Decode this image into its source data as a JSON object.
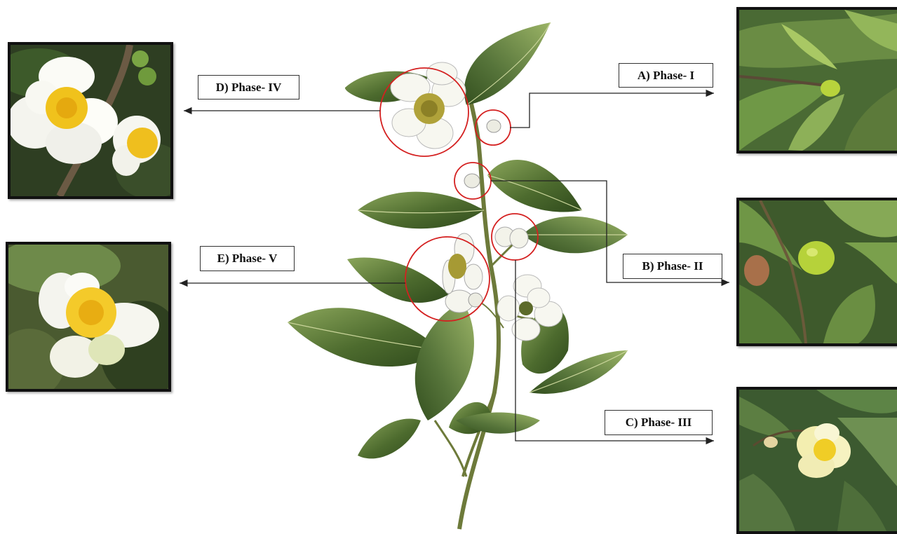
{
  "labels": {
    "phase1": "A) Phase- I",
    "phase2": "B) Phase- II",
    "phase3": "C) Phase- III",
    "phase4": "D) Phase- IV",
    "phase5": "E) Phase- V"
  },
  "colors": {
    "highlight_circle": "#d42020",
    "arrow": "#222222",
    "leaf_dark": "#3f5a26",
    "leaf_light": "#7f9a52",
    "petal": "#f8f8f2",
    "stamen": "#f2c81e",
    "bud_green": "#b8d43c"
  },
  "icons": {
    "illustration": "tea-plant-illustration",
    "photos": "flower-phase-photo"
  }
}
